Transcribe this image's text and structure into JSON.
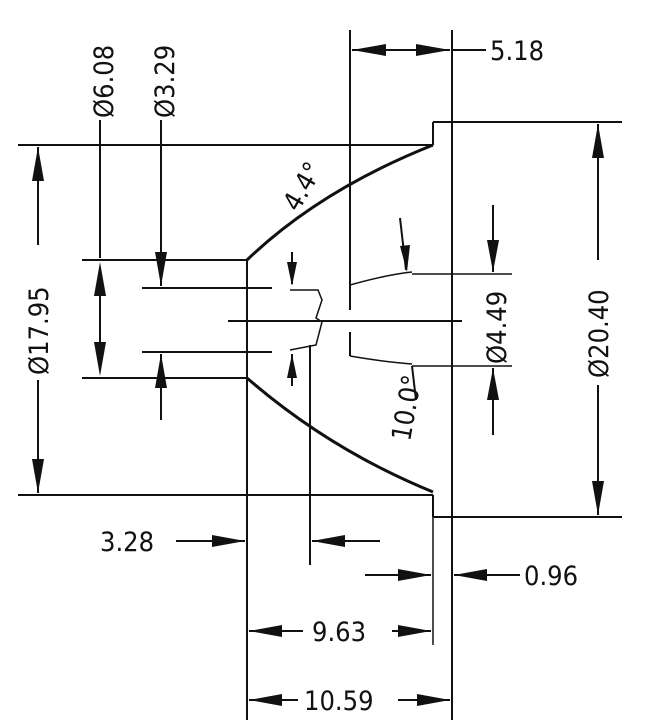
{
  "dimensions": {
    "d_6_08": "Ø6.08",
    "d_3_29": "Ø3.29",
    "d_5_18": "5.18",
    "d_17_95": "Ø17.95",
    "d_20_40": "Ø20.40",
    "d_4_49": "Ø4.49",
    "angle_4_4": "4.4°",
    "angle_10_0": "10.0°",
    "d_3_28": "3.28",
    "d_0_96": "0.96",
    "d_9_63": "9.63",
    "d_10_59": "10.59"
  }
}
